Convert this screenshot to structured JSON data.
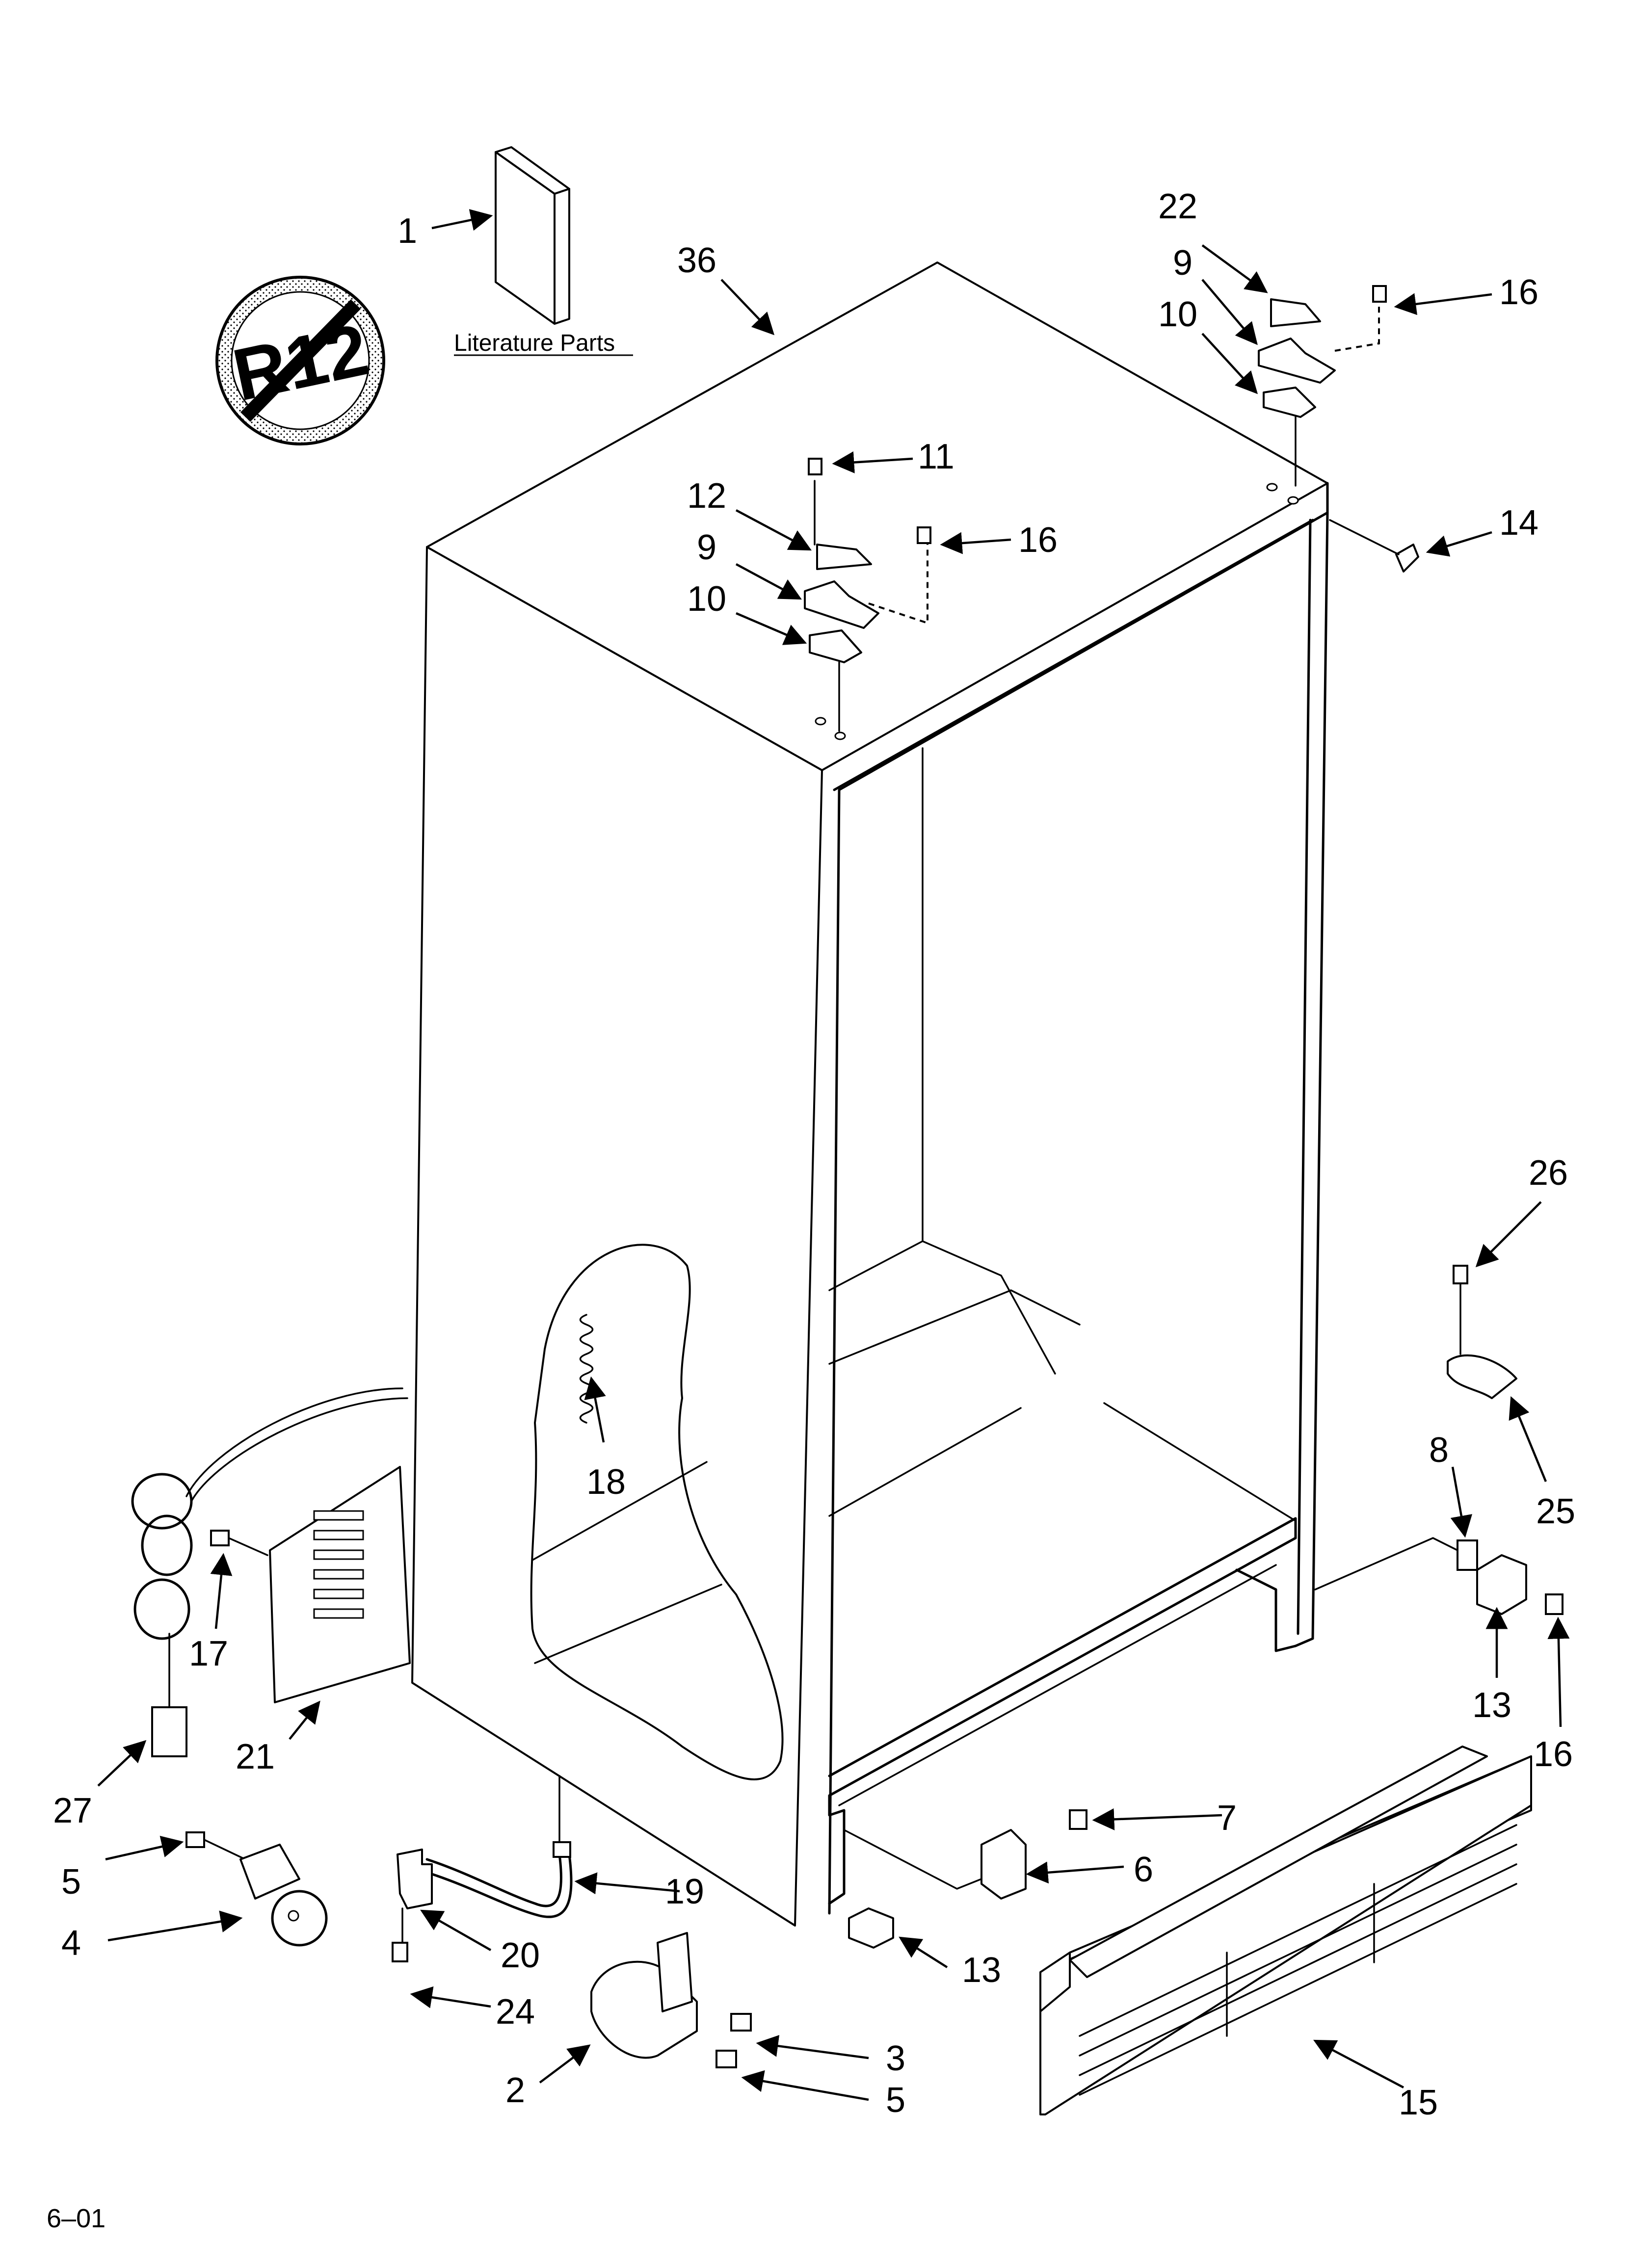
{
  "diagram": {
    "literature_caption": "Literature Parts",
    "no_refrigerant_symbol_text": "R12",
    "footer_code": "6–01",
    "callouts": {
      "c1": "1",
      "c36": "36",
      "c22": "22",
      "c9a": "9",
      "c10a": "10",
      "c16a": "16",
      "c11": "11",
      "c12": "12",
      "c9b": "9",
      "c10b": "10",
      "c16b": "16",
      "c14": "14",
      "c26": "26",
      "c18": "18",
      "c25": "25",
      "c8": "8",
      "c17": "17",
      "c13a": "13",
      "c16c": "16",
      "c21": "21",
      "c27": "27",
      "c7": "7",
      "c6": "6",
      "c5a": "5",
      "c19": "19",
      "c4": "4",
      "c20": "20",
      "c13b": "13",
      "c24": "24",
      "c15": "15",
      "c3": "3",
      "c2": "2",
      "c5b": "5"
    }
  }
}
